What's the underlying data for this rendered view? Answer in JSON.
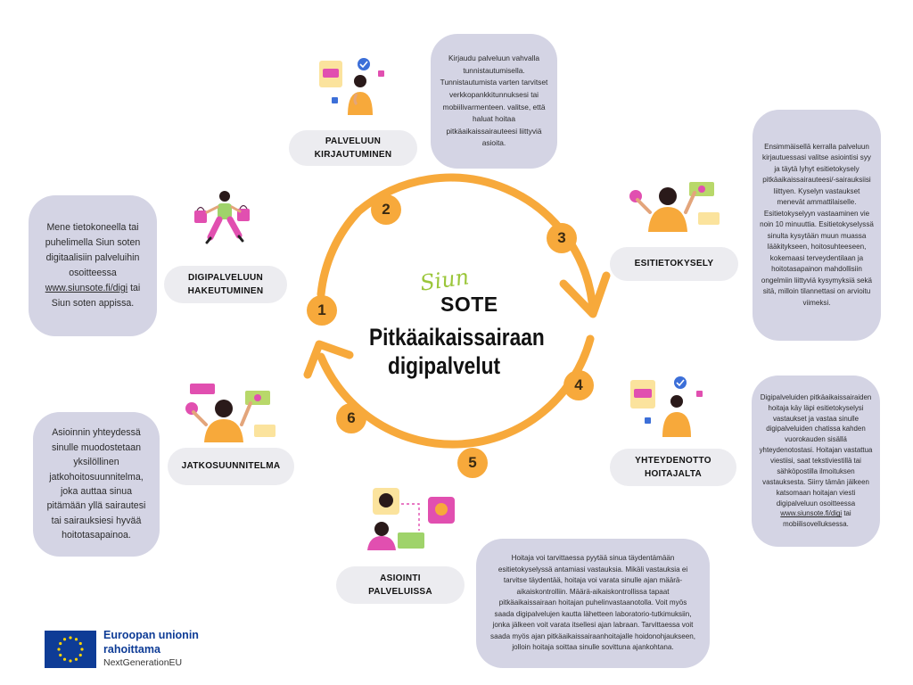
{
  "logo": {
    "script": "Siun",
    "word": "SOTE"
  },
  "title_line1": "Pitkäaikaissairaan",
  "title_line2": "digipalvelut",
  "steps": [
    {
      "number": "1",
      "label": "DIGIPALVELUUN\nHAKEUTUMINEN",
      "text_before": "Mene tietokoneella tai puhelimella Siun soten digitaalisiin palveluihin osoitteessa ",
      "link": "www.siunsote.fi/digi",
      "text_after": " tai Siun soten appissa."
    },
    {
      "number": "2",
      "label": "PALVELUUN\nKIRJAUTUMINEN",
      "text": "Kirjaudu palveluun vahvalla tunnistautumisella. Tunnistautumista varten tarvitset verkkopankkitunnuksesi tai mobiilivarmenteen.  valitse, että haluat hoitaa pitkäaikaissairauteesi liittyviä asioita."
    },
    {
      "number": "3",
      "label": "ESITIETOKYSELY",
      "text": "Ensimmäisellä kerralla palveluun kirjautuessasi valitse asiointisi syy ja täytä lyhyt esitietokysely pitkäaikaissairauteesi/-sairauksiisi liittyen. Kyselyn vastaukset menevät ammattilaiselle. Esitietokyselyyn vastaaminen vie noin 10 minuuttia. Esitietokyselyssä sinulta kysytään muun muassa lääkitykseen, hoitosuhteeseen, kokemaasi terveydentilaan ja hoitotasapainon mahdollisiin ongelmiin liittyviä kysymyksiä sekä sitä, milloin tilannettasi on arvioitu viimeksi."
    },
    {
      "number": "4",
      "label": "YHTEYDENOTTO\nHOITAJALTA",
      "text_before": "Digipalveluiden pitkäaikaissairaiden hoitaja käy läpi esitietokyselysi vastaukset ja vastaa sinulle digipalveluiden chatissa kahden vuorokauden sisällä yhteydenotostasi. Hoitajan vastattua viestiisi, saat tekstiviestillä tai sähköpostilla ilmoituksen vastauksesta. Siirry tämän jälkeen katsomaan hoitajan viesti digipalveluun osoitteessa ",
      "link": "www.siunsote.fi/digi",
      "text_after": " tai mobiilisovelluksessa."
    },
    {
      "number": "5",
      "label": "ASIOINTI\nPALVELUISSA",
      "text": "Hoitaja voi tarvittaessa pyytää sinua täydentämään esitietokyselyssä antamiasi vastauksia. Mikäli vastauksia ei tarvitse täydentää, hoitaja voi varata sinulle ajan määrä-aikaiskontrolliin. Määrä-aikaiskontrollissa tapaat pitkäaikaissairaan hoitajan puhelinvastaanotolla. Voit myös saada digipalvelujen kautta lähetteen laboratorio-tutkimuksiin, jonka jälkeen voit varata itsellesi ajan labraan. Tarvittaessa voit saada myös ajan pitkäaikaissairaanhoitajalle hoidonohjaukseen, jolloin hoitaja soittaa sinulle sovittuna ajankohtana."
    },
    {
      "number": "6",
      "label": "JATKOSUUNNITELMA",
      "text": "Asioinnin yhteydessä sinulle muodostetaan yksilöllinen jatkohoitosuunnitelma, joka auttaa sinua pitämään yllä sairautesi tai sairauksiesi hyvää hoitotasapainoa."
    }
  ],
  "footer": {
    "eu_line1": "Euroopan unionin",
    "eu_line2": "rahoittama",
    "eu_line3": "NextGenerationEU"
  },
  "colors": {
    "accent": "#f7a93b",
    "bubble": "#d4d4e4",
    "label": "#ececf0",
    "logo_green": "#9bc63a",
    "eu_blue": "#0e3c96",
    "eu_yellow": "#ffd400"
  }
}
